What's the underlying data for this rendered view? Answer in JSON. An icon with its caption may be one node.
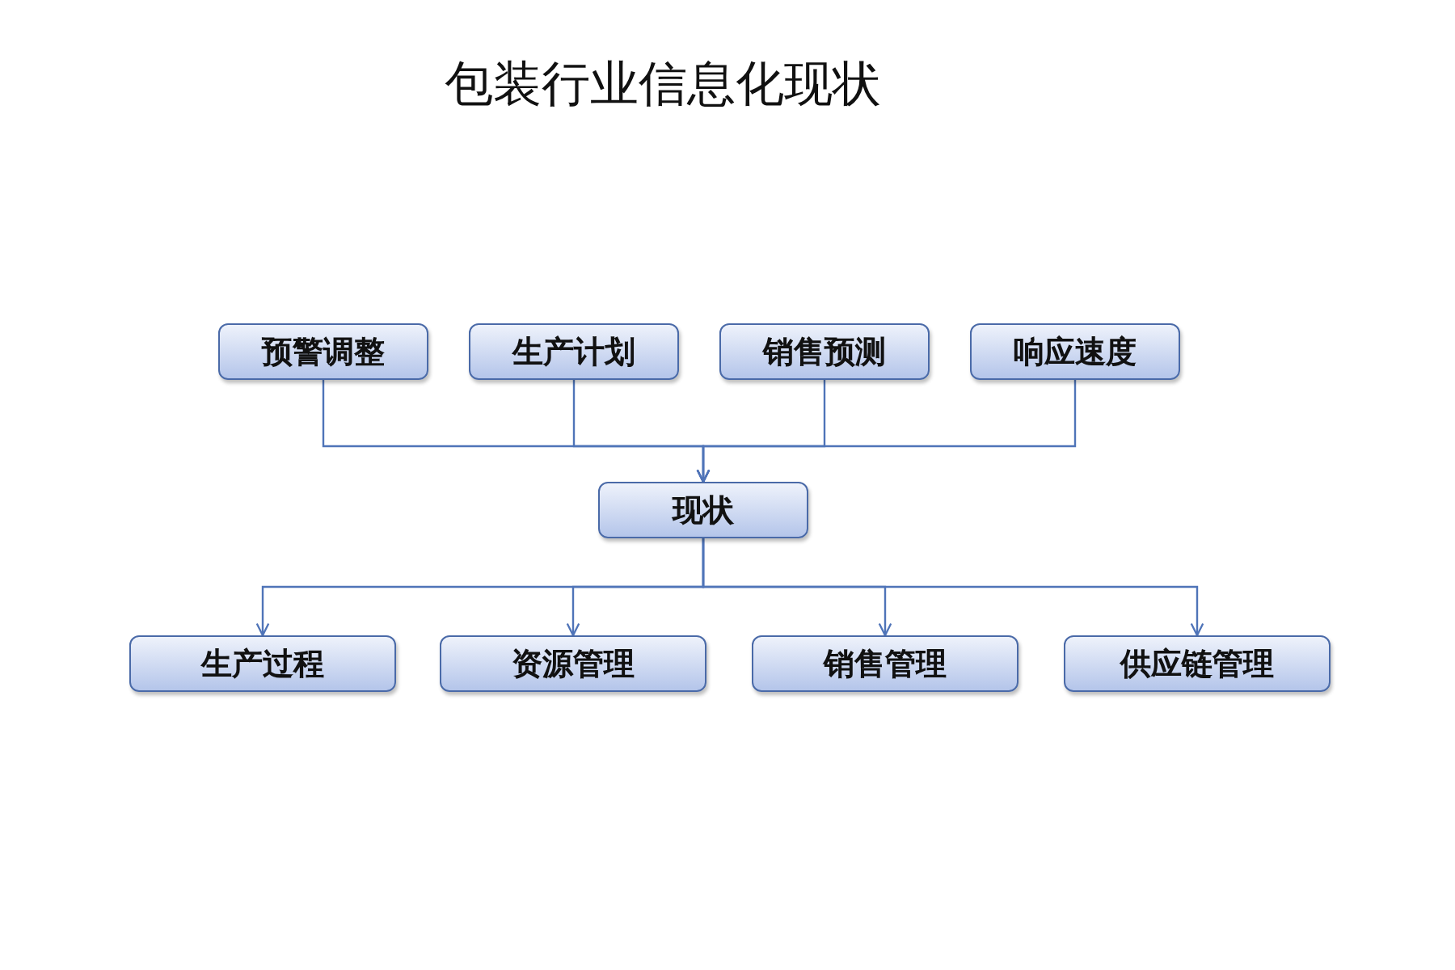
{
  "diagram": {
    "title": "包装行业信息化现状",
    "nodes": [
      {
        "text": [
          "预警调整"
        ]
      },
      {
        "text": [
          "生产计划"
        ]
      },
      {
        "text": [
          "销售预测"
        ]
      },
      {
        "text": [
          "响应速度"
        ]
      },
      {
        "text": [
          "现状"
        ]
      },
      {
        "text": [
          "生产过程"
        ]
      },
      {
        "text": [
          "资源管理"
        ]
      },
      {
        "text": [
          "销售管理"
        ]
      },
      {
        "text": [
          "供应链管理"
        ]
      }
    ],
    "edges": [
      {
        "from": 0,
        "to": 4,
        "arrow": "to"
      },
      {
        "from": 1,
        "to": 4,
        "arrow": "to"
      },
      {
        "from": 2,
        "to": 4,
        "arrow": "to"
      },
      {
        "from": 3,
        "to": 4,
        "arrow": "to"
      },
      {
        "from": 4,
        "to": 5,
        "arrow": "to"
      },
      {
        "from": 4,
        "to": 6,
        "arrow": "to"
      },
      {
        "from": 4,
        "to": 7,
        "arrow": "to"
      },
      {
        "from": 4,
        "to": 8,
        "arrow": "to"
      }
    ]
  }
}
